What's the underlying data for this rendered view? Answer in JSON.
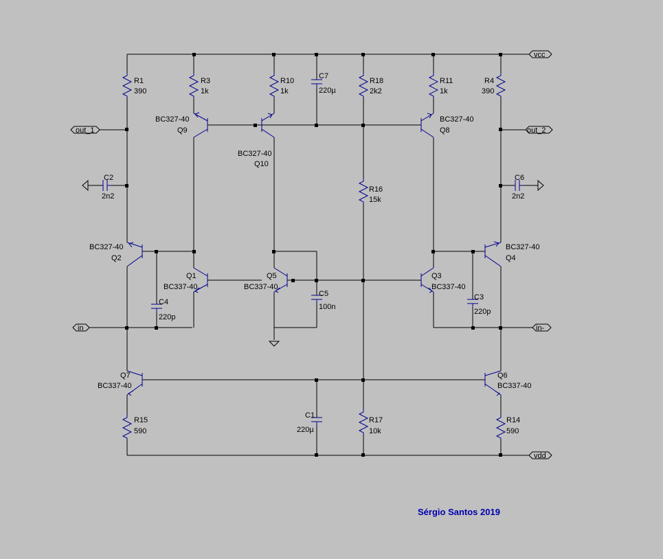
{
  "credit": "Sérgio Santos 2019",
  "net_labels": {
    "vcc": "vcc",
    "vdd": "vdd",
    "out_1": "out_1",
    "out_2": "out_2",
    "in": "in",
    "in_minus": "in-"
  },
  "resistors": {
    "R1": {
      "name": "R1",
      "value": "390"
    },
    "R3": {
      "name": "R3",
      "value": "1k"
    },
    "R10": {
      "name": "R10",
      "value": "1k"
    },
    "R18": {
      "name": "R18",
      "value": "2k2"
    },
    "R11": {
      "name": "R11",
      "value": "1k"
    },
    "R4": {
      "name": "R4",
      "value": "390"
    },
    "R16": {
      "name": "R16",
      "value": "15k"
    },
    "R15": {
      "name": "R15",
      "value": "590"
    },
    "R17": {
      "name": "R17",
      "value": "10k"
    },
    "R14": {
      "name": "R14",
      "value": "590"
    }
  },
  "capacitors": {
    "C7": {
      "name": "C7",
      "value": "220µ"
    },
    "C2": {
      "name": "C2",
      "value": "2n2"
    },
    "C6": {
      "name": "C6",
      "value": "2n2"
    },
    "C4": {
      "name": "C4",
      "value": "220p"
    },
    "C5": {
      "name": "C5",
      "value": "100n"
    },
    "C3": {
      "name": "C3",
      "value": "220p"
    },
    "C1": {
      "name": "C1",
      "value": "220µ"
    }
  },
  "transistors": {
    "Q9": {
      "name": "Q9",
      "model": "BC327-40"
    },
    "Q10": {
      "name": "Q10",
      "model": "BC327-40"
    },
    "Q8": {
      "name": "Q8",
      "model": "BC327-40"
    },
    "Q2": {
      "name": "Q2",
      "model": "BC327-40"
    },
    "Q1": {
      "name": "Q1",
      "model": "BC337-40"
    },
    "Q5": {
      "name": "Q5",
      "model": "BC337-40"
    },
    "Q3": {
      "name": "Q3",
      "model": "BC337-40"
    },
    "Q4": {
      "name": "Q4",
      "model": "BC327-40"
    },
    "Q7": {
      "name": "Q7",
      "model": "BC337-40"
    },
    "Q6": {
      "name": "Q6",
      "model": "BC337-40"
    }
  }
}
